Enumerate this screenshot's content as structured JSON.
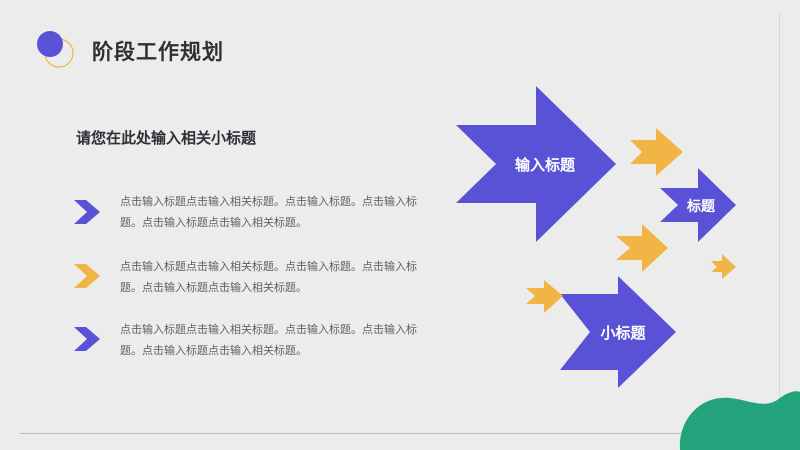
{
  "header": {
    "title": "阶段工作规划"
  },
  "main": {
    "subtitle": "请您在此处输入相关小标题",
    "items": [
      {
        "text": "点击输入标题点击输入相关标题。点击输入标题。点击输入标题。点击输入标题点击输入相关标题。",
        "icon": "chevron-right-icon",
        "color": "#5a52d6"
      },
      {
        "text": "点击输入标题点击输入相关标题。点击输入标题。点击输入标题。点击输入标题点击输入相关标题。",
        "icon": "chevron-right-icon",
        "color": "#f0b545"
      },
      {
        "text": "点击输入标题点击输入相关标题。点击输入标题。点击输入标题。点击输入标题点击输入相关标题。",
        "icon": "chevron-right-icon",
        "color": "#5a52d6"
      }
    ]
  },
  "graphic": {
    "labels": {
      "large": "输入标题",
      "medium": "标题",
      "small": "小标题"
    }
  },
  "colors": {
    "accent_blue": "#5a52d6",
    "accent_yellow": "#f0b545",
    "accent_green": "#23a37b",
    "background": "#ececec"
  }
}
